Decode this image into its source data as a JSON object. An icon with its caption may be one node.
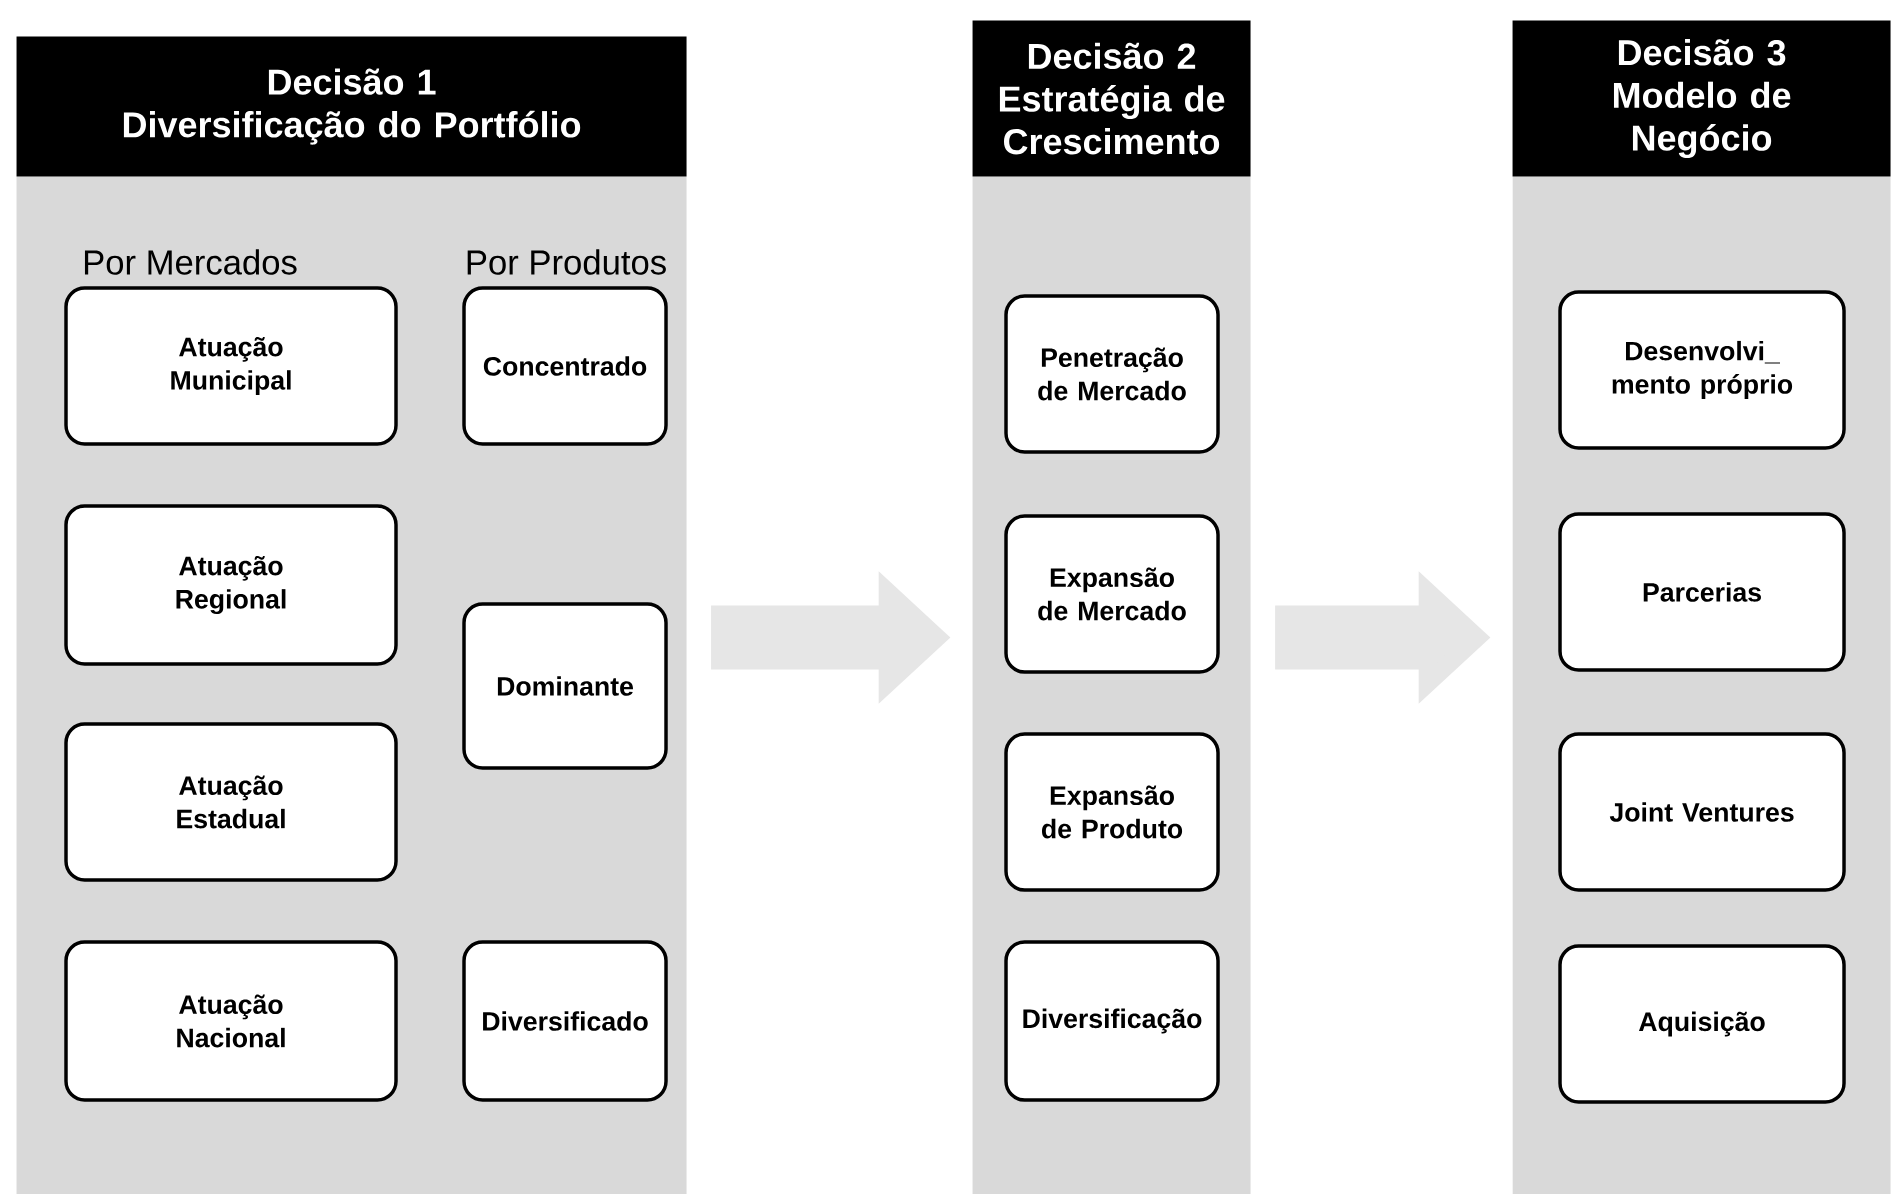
{
  "diagram": {
    "nodes": [
      {
        "text": [
          "Decisão 1",
          "Diversificação do Portfólio",
          "Por Mercados",
          "Por Produtos"
        ]
      },
      {
        "text": [
          "Atuação Municipal"
        ],
        "in": 0
      },
      {
        "text": [
          "Concentrado"
        ],
        "in": 0
      },
      {
        "text": [
          "Atuação Regional"
        ],
        "in": 0
      },
      {
        "text": [
          "Dominante"
        ],
        "in": 0
      },
      {
        "text": [
          "Atuação Estadual"
        ],
        "in": 0
      },
      {
        "text": [
          "Atuação Nacional"
        ],
        "in": 0
      },
      {
        "text": [
          "Diversificado"
        ],
        "in": 0
      },
      {
        "text": [
          "Decisão 2",
          "Estratégia de Crescimento"
        ]
      },
      {
        "text": [
          "Penetração de Mercado"
        ],
        "in": 8
      },
      {
        "text": [
          "Expansão de Mercado"
        ],
        "in": 8
      },
      {
        "text": [
          "Expansão de Produto"
        ],
        "in": 8
      },
      {
        "text": [
          "Diversificação"
        ],
        "in": 8
      },
      {
        "text": [
          "Decisão 3",
          "Modelo de Negócio"
        ]
      },
      {
        "text": [
          "Desenvolvi_ mento próprio"
        ],
        "in": 13
      },
      {
        "text": [
          "Parcerias"
        ],
        "in": 13
      },
      {
        "text": [
          "Joint Ventures"
        ],
        "in": 13
      },
      {
        "text": [
          "Aquisição"
        ],
        "in": 13
      }
    ],
    "edges": [
      {
        "from": 0,
        "to": 8,
        "arrow": "to"
      },
      {
        "from": 8,
        "to": 13,
        "arrow": "to"
      }
    ]
  }
}
